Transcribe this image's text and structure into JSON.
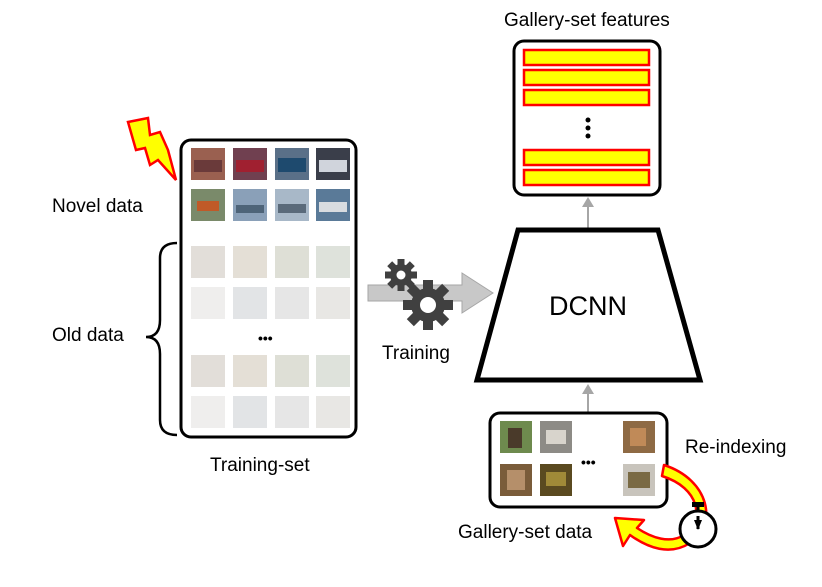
{
  "labels": {
    "gallery_features": "Gallery-set features",
    "novel_data": "Novel data",
    "old_data": "Old data",
    "training_set": "Training-set",
    "training": "Training",
    "dcnn": "DCNN",
    "re_indexing": "Re-indexing",
    "gallery_data": "Gallery-set data",
    "ellipsis": "•••",
    "vdots": "⋮"
  },
  "colors": {
    "feature_fill": "#ffff00",
    "feature_border": "#ff0000",
    "arrow_gray": "#bfbfbf",
    "gear": "#404040",
    "lightning_fill": "#ffff00",
    "lightning_stroke": "#ff0000",
    "reindex_arrow_fill": "#ffff00",
    "reindex_arrow_stroke": "#ff0000"
  },
  "icons": [
    "lightning-icon",
    "gears-icon",
    "stopwatch-icon"
  ]
}
